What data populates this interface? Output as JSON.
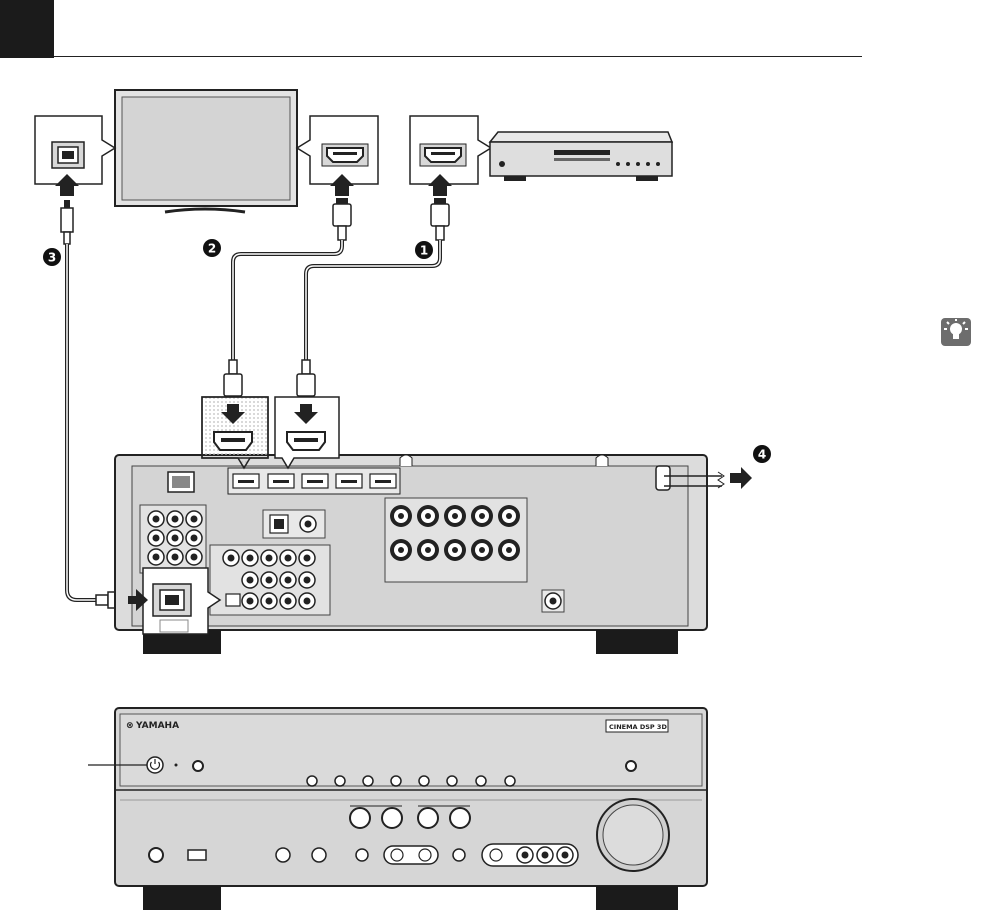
{
  "header": {
    "section_block": "",
    "title": ""
  },
  "badges": {
    "step1": "1",
    "step2": "2",
    "step3": "3",
    "step4": "4"
  },
  "front_panel": {
    "brand": "YAMAHA",
    "brand_mark": "⊗",
    "cinema_badge": "CINEMA DSP 3D"
  },
  "icons": {
    "tip": "lightbulb-icon",
    "optical_port": "optical-port-icon",
    "hdmi_port": "hdmi-port-icon",
    "power": "power-icon"
  },
  "colors": {
    "device_gray": "#dcdcdc",
    "panel_gray": "#d2d2d2",
    "dark": "#1b1b1b",
    "highlight_dots": "#bdbdbd"
  }
}
